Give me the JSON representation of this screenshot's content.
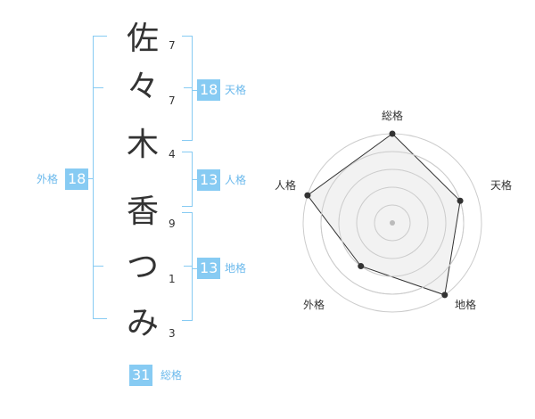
{
  "name_characters": [
    {
      "char": "佐",
      "strokes": "7"
    },
    {
      "char": "々",
      "strokes": "7"
    },
    {
      "char": "木",
      "strokes": "4"
    },
    {
      "char": "香",
      "strokes": "9"
    },
    {
      "char": "つ",
      "strokes": "1"
    },
    {
      "char": "み",
      "strokes": "3"
    }
  ],
  "fortune": {
    "tenkaku": {
      "value": "18",
      "label": "天格"
    },
    "jinkaku": {
      "value": "13",
      "label": "人格"
    },
    "chikaku": {
      "value": "13",
      "label": "地格"
    },
    "gaikaku": {
      "value": "18",
      "label": "外格"
    },
    "soukaku": {
      "value": "31",
      "label": "総格"
    }
  },
  "chart_data": {
    "type": "radar",
    "axes": [
      "総格",
      "天格",
      "地格",
      "外格",
      "人格"
    ],
    "values": [
      5,
      4,
      5,
      3,
      5
    ],
    "max": 5,
    "rings": 5,
    "colors": {
      "fill": "#f0f0f0",
      "stroke": "#333333",
      "grid": "#cccccc",
      "center": "#bbbbbb"
    }
  },
  "colors": {
    "accent": "#87cbf3",
    "accent_text": "#6bb9ec",
    "text": "#333333"
  }
}
